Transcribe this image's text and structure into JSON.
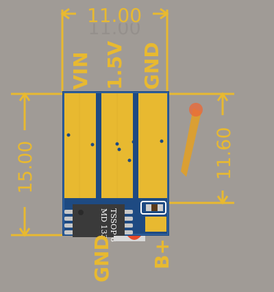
{
  "dimensions": {
    "top_width": "11.00",
    "top_width_ghost": "11.00",
    "left_height": "15.00",
    "right_height": "11.60"
  },
  "pad_labels": {
    "vin": "VIN",
    "v15": "1.5V",
    "gnd_top": "GND",
    "gnd_bottom": "GND",
    "bplus": "B+"
  },
  "ic": {
    "silkscreen_line1": "TSSOP 8",
    "silkscreen_line2": "MD 133"
  },
  "colors": {
    "background": "#a09b96",
    "board": "#1e4a82",
    "copper": "#e8b930",
    "dimension": "#e8b930",
    "chip": "#3a3a3a",
    "cap_marker": "#e84a2a"
  }
}
